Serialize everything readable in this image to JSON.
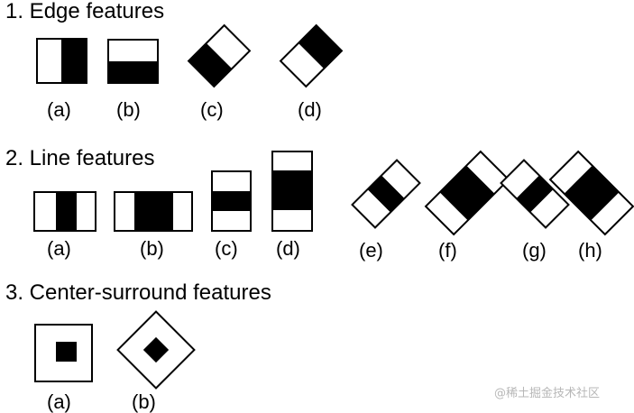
{
  "sections": [
    {
      "title": "1. Edge features",
      "items": [
        {
          "label": "(a)",
          "icon": "edge-vertical-split-icon"
        },
        {
          "label": "(b)",
          "icon": "edge-horizontal-split-icon"
        },
        {
          "label": "(c)",
          "icon": "edge-diagonal-split-icon"
        },
        {
          "label": "(d)",
          "icon": "edge-diagonal-split-icon"
        }
      ]
    },
    {
      "title": "2. Line features",
      "items": [
        {
          "label": "(a)",
          "icon": "line-vertical-narrow-icon"
        },
        {
          "label": "(b)",
          "icon": "line-vertical-wide-icon"
        },
        {
          "label": "(c)",
          "icon": "line-horizontal-narrow-icon"
        },
        {
          "label": "(d)",
          "icon": "line-horizontal-wide-icon"
        },
        {
          "label": "(e)",
          "icon": "line-diagonal-narrow-icon"
        },
        {
          "label": "(f)",
          "icon": "line-diagonal-wide-icon"
        },
        {
          "label": "(g)",
          "icon": "line-diagonal-narrow-icon"
        },
        {
          "label": "(h)",
          "icon": "line-diagonal-wide-icon"
        }
      ]
    },
    {
      "title": "3. Center-surround features",
      "items": [
        {
          "label": "(a)",
          "icon": "center-surround-square-icon"
        },
        {
          "label": "(b)",
          "icon": "center-surround-diamond-icon"
        }
      ]
    }
  ],
  "watermark": "@稀土掘金技术社区",
  "colors": {
    "fill": "#000000",
    "background": "#ffffff",
    "stroke": "#000000",
    "watermark": "#b7b7b7"
  }
}
